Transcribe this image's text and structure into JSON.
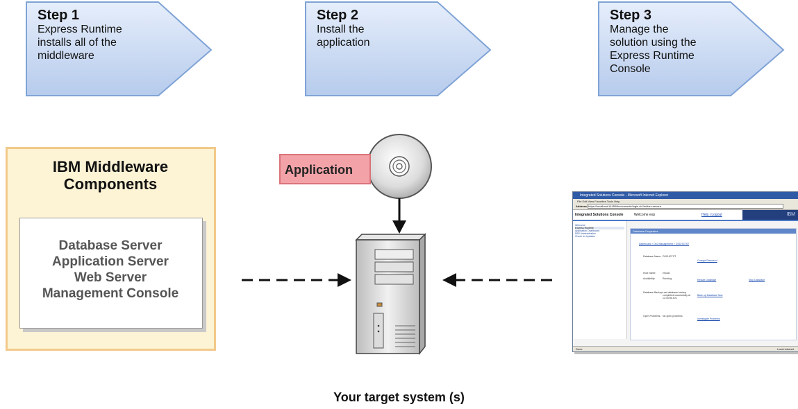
{
  "steps": [
    {
      "title": "Step 1",
      "lines": [
        "Express Runtime",
        "installs all of the",
        "middleware"
      ]
    },
    {
      "title": "Step 2",
      "lines": [
        "Install the",
        "application"
      ]
    },
    {
      "title": "Step 3",
      "lines": [
        "Manage the",
        "solution using the",
        "Express Runtime",
        "Console"
      ]
    }
  ],
  "middleware": {
    "title_lines": [
      "IBM Middleware",
      "Components"
    ],
    "items": [
      "Database Server",
      "Application Server",
      "Web Server",
      "Management Console"
    ]
  },
  "application_label": "Application",
  "target_label": "Your target system (s)",
  "colors": {
    "step_arrow_fill": "#c9daf1",
    "step_arrow_edge": "#7fa3d6",
    "middleware_bg": "#fdf3d5",
    "middleware_border": "#f2c98a",
    "app_tag_fill": "#f3a3a8"
  },
  "console_screenshot": {
    "window_title": "Integrated Solutions Console - Microsoft Internet Explorer",
    "menu": "File  Edit  View  Favorites  Tools  Help",
    "address_label": "Address",
    "address": "https://localhost:14450/ibm/console/login.do?action=secure",
    "app_name": "Integrated Solutions Console",
    "welcome": "Welcome exp",
    "help_logout": "Help  |  Logout",
    "ibm": "IBM",
    "nav": [
      "Welcome",
      "Express Runtime",
      "Application Dashboard",
      "DB2 Administration",
      "Check for Updates"
    ],
    "panel_title": "Database Properties",
    "breadcrumb": "Dashboard  >  Db2 Management  >  DSCHGTST",
    "rows": [
      {
        "label": "Database Name:",
        "value": "DSCHGTST",
        "action": "Change Password"
      },
      {
        "label": "Host Name:",
        "value": "ehost2",
        "action": ""
      },
      {
        "label": "Availability:",
        "value": "Running",
        "action": "Restart Database",
        "action2": "Stop Database"
      },
      {
        "label": "Database Backup:",
        "value": "Last database backup completed successfully at 12:34:56 a.m.",
        "action": "Back up Database Now"
      },
      {
        "label": "Open Problems:",
        "value": "No open problems",
        "action": "Investigate Problems"
      }
    ],
    "status_left": "Done",
    "status_right": "Local intranet"
  }
}
